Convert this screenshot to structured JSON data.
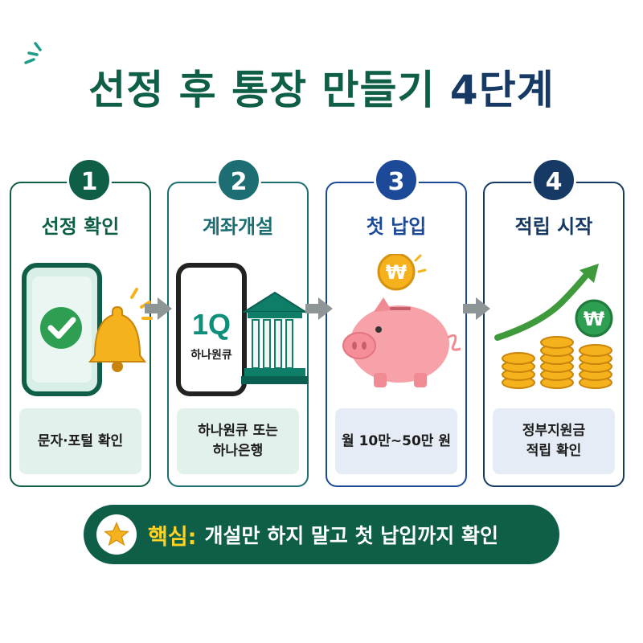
{
  "title": {
    "main": "선정 후 통장 만들기",
    "accent": "4단계"
  },
  "colors": {
    "green": "#0f5e47",
    "teal": "#1d6e72",
    "blue": "#1c4a99",
    "navy": "#163a63",
    "highlight_yellow": "#ffd324"
  },
  "steps": [
    {
      "number": "1",
      "title": "선정 확인",
      "desc": "문자·포털 확인",
      "icon": "phone-check-bell-icon"
    },
    {
      "number": "2",
      "title": "계좌개설",
      "desc": "하나원큐 또는\n하나은행",
      "icon": "phone-bank-building-icon",
      "app_logo": "1Q",
      "app_name": "하나원큐"
    },
    {
      "number": "3",
      "title": "첫 납입",
      "desc": "월 10만~50만 원",
      "icon": "piggy-bank-coin-icon",
      "coin_symbol": "₩"
    },
    {
      "number": "4",
      "title": "적립 시작",
      "desc": "정부지원금\n적립 확인",
      "icon": "coin-stacks-growth-icon",
      "coin_symbol": "₩"
    }
  ],
  "bottom": {
    "label": "핵심:",
    "text": "개설만 하지 말고 첫 납입까지 확인",
    "icon": "star-icon"
  }
}
